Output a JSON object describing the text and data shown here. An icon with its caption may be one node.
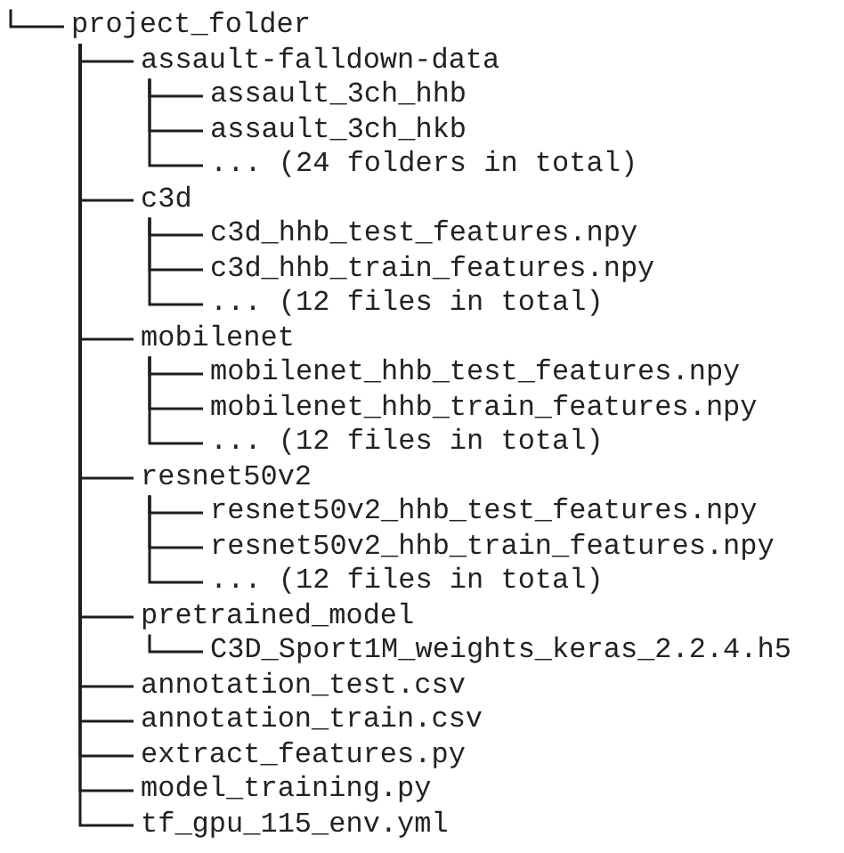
{
  "diagram": {
    "nodes": [
      {
        "text": [
          "project_folder"
        ]
      },
      {
        "text": [
          "assault-falldown-data"
        ]
      },
      {
        "text": [
          "assault_3ch_hhb"
        ]
      },
      {
        "text": [
          "assault_3ch_hkb"
        ]
      },
      {
        "text": [
          "... (24 folders in total)"
        ]
      },
      {
        "text": [
          "c3d"
        ]
      },
      {
        "text": [
          "c3d_hhb_test_features.npy"
        ]
      },
      {
        "text": [
          "c3d_hhb_train_features.npy"
        ]
      },
      {
        "text": [
          "... (12 files in total)"
        ]
      },
      {
        "text": [
          "mobilenet"
        ]
      },
      {
        "text": [
          "mobilenet_hhb_test_features.npy"
        ]
      },
      {
        "text": [
          "mobilenet_hhb_train_features.npy"
        ]
      },
      {
        "text": [
          "... (12 files in total)"
        ]
      },
      {
        "text": [
          "resnet50v2"
        ]
      },
      {
        "text": [
          "resnet50v2_hhb_test_features.npy"
        ]
      },
      {
        "text": [
          "resnet50v2_hhb_train_features.npy"
        ]
      },
      {
        "text": [
          "... (12 files in total)"
        ]
      },
      {
        "text": [
          "pretrained_model"
        ]
      },
      {
        "text": [
          "C3D_Sport1M_weights_keras_2.2.4.h5"
        ]
      },
      {
        "text": [
          "annotation_test.csv"
        ]
      },
      {
        "text": [
          "annotation_train.csv"
        ]
      },
      {
        "text": [
          "extract_features.py"
        ]
      },
      {
        "text": [
          "model_training.py"
        ]
      },
      {
        "text": [
          "tf_gpu_115_env.yml"
        ]
      }
    ],
    "edges": [
      {
        "from": null,
        "to": 0,
        "arrow": "none"
      },
      {
        "from": 0,
        "to": 1,
        "arrow": "none"
      },
      {
        "from": 1,
        "to": 2,
        "arrow": "none"
      },
      {
        "from": 1,
        "to": 3,
        "arrow": "none"
      },
      {
        "from": 1,
        "to": 4,
        "arrow": "none"
      },
      {
        "from": 0,
        "to": 5,
        "arrow": "none"
      },
      {
        "from": 5,
        "to": 6,
        "arrow": "none"
      },
      {
        "from": 5,
        "to": 7,
        "arrow": "none"
      },
      {
        "from": 5,
        "to": 8,
        "arrow": "none"
      },
      {
        "from": 0,
        "to": 9,
        "arrow": "none"
      },
      {
        "from": 9,
        "to": 10,
        "arrow": "none"
      },
      {
        "from": 9,
        "to": 11,
        "arrow": "none"
      },
      {
        "from": 9,
        "to": 12,
        "arrow": "none"
      },
      {
        "from": 0,
        "to": 13,
        "arrow": "none"
      },
      {
        "from": 13,
        "to": 14,
        "arrow": "none"
      },
      {
        "from": 13,
        "to": 15,
        "arrow": "none"
      },
      {
        "from": 13,
        "to": 16,
        "arrow": "none"
      },
      {
        "from": 0,
        "to": 17,
        "arrow": "none"
      },
      {
        "from": 17,
        "to": 18,
        "arrow": "none"
      },
      {
        "from": 0,
        "to": 19,
        "arrow": "none"
      },
      {
        "from": 0,
        "to": 20,
        "arrow": "none"
      },
      {
        "from": 0,
        "to": 21,
        "arrow": "none"
      },
      {
        "from": 0,
        "to": 22,
        "arrow": "none"
      },
      {
        "from": 0,
        "to": 23,
        "arrow": "none"
      }
    ]
  }
}
